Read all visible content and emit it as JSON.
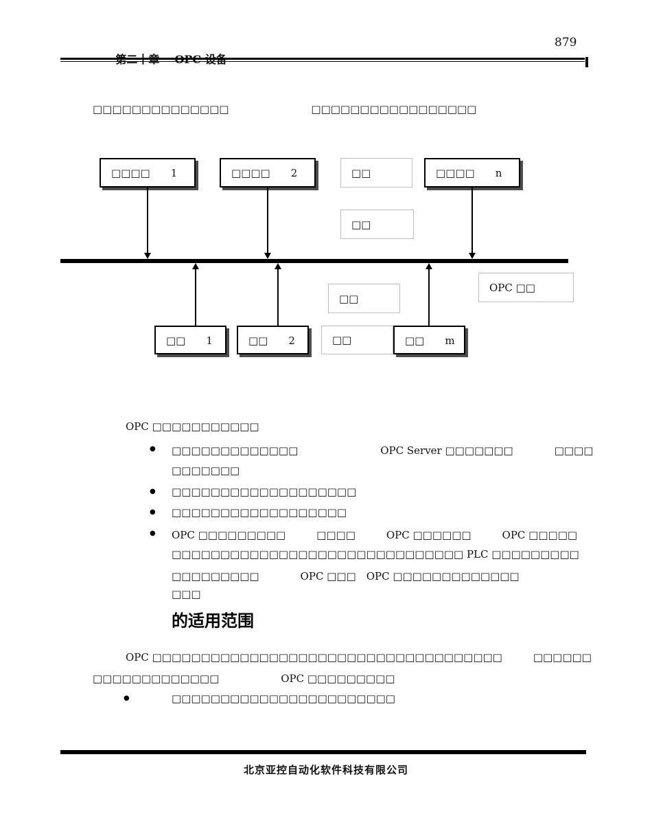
{
  "header": {
    "chapter": "第二十章",
    "title": "OPC 设备",
    "page_number": "879"
  },
  "intro": {
    "text": "□□□□□□□□□□□□□□　　　　　　　　□□□□□□□□□□□□□□□□□"
  },
  "diagram": {
    "app_boxes": [
      "□□□□　　1",
      "□□□□　　2",
      "□□□□　　n"
    ],
    "ellipsis_top": "□□",
    "ellipsis_mid": "□□",
    "bus_label": "OPC □□",
    "ellipsis_lower": "□□",
    "device_boxes": [
      "□□　　1",
      "□□　　2",
      "□□　　m"
    ],
    "ellipsis_bottom": "□□"
  },
  "features": {
    "bullet_glyph": "●",
    "lead": "OPC □□□□□□□□□□□",
    "bullet1_l1": "□□□□□□□□□□□□□　　　　　　　　OPC Server □□□□□□□　　　　□□□□",
    "bullet1_l2": "□□□□□□□",
    "bullet2": "□□□□□□□□□□□□□□□□□□□",
    "bullet3": "□□□□□□□□□□□□□□□□□□",
    "bullet4_l1": "OPC □□□□□□□□□　　　□□□□　　　OPC □□□□□□　　　OPC □□□□□",
    "bullet4_l2": "□□□□□□□□□□□□□□□□□□□□□□□□□□□□□□ PLC □□□□□□□□□",
    "bullet4_l3": "□□□□□□□□□　　　　OPC □□□　OPC □□□□□□□□□□□□□",
    "bullet4_l4": "□□□"
  },
  "section": {
    "heading": "的适用范围"
  },
  "scope": {
    "para_l1": "OPC □□□□□□□□□□□□□□□□□□□□□□□□□□□□□□□□□□□□　　　□□□□□□",
    "para_l2": "□□□□□□□□□□□□□　　　　　　OPC □□□□□□□□□",
    "bullet": "□□□□□□□□□□□□□□□□□□□□□□□"
  },
  "footer": {
    "company": "北京亚控自动化软件科技有限公司"
  }
}
